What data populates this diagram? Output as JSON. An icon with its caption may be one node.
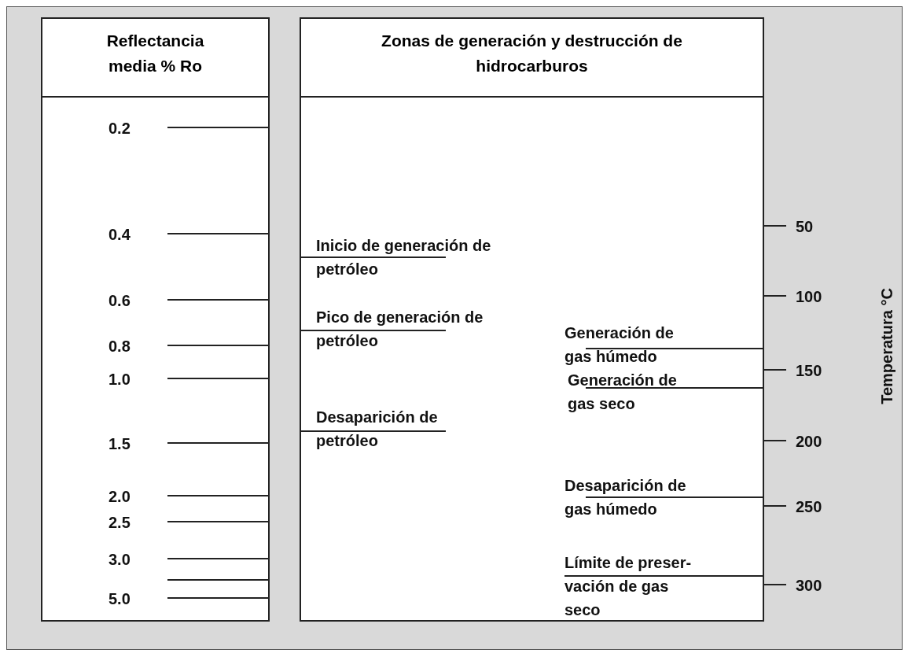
{
  "diagram": {
    "nodes": [
      {
        "text": [
          "Reflectancia media % Ro"
        ]
      },
      {
        "text": [
          "Zonas de generación y destrucción de hidrocarburos"
        ]
      }
    ],
    "labels": [
      "0.2",
      "50",
      "0.4",
      "Inicio de generación de petróleo",
      "100",
      "0.6",
      "Pico de generación de petróleo",
      "Generación de gas húmedo",
      "0.8",
      "Temperatura °C",
      "150",
      "1.0",
      "Generación de gas seco",
      "Desaparición de petróleo",
      "200",
      "1.5",
      "Desaparición de gas húmedo",
      "2.0",
      "250",
      "2.5",
      "Límite de preser-vación de gas seco",
      "3.0",
      "300",
      "5.0"
    ]
  }
}
